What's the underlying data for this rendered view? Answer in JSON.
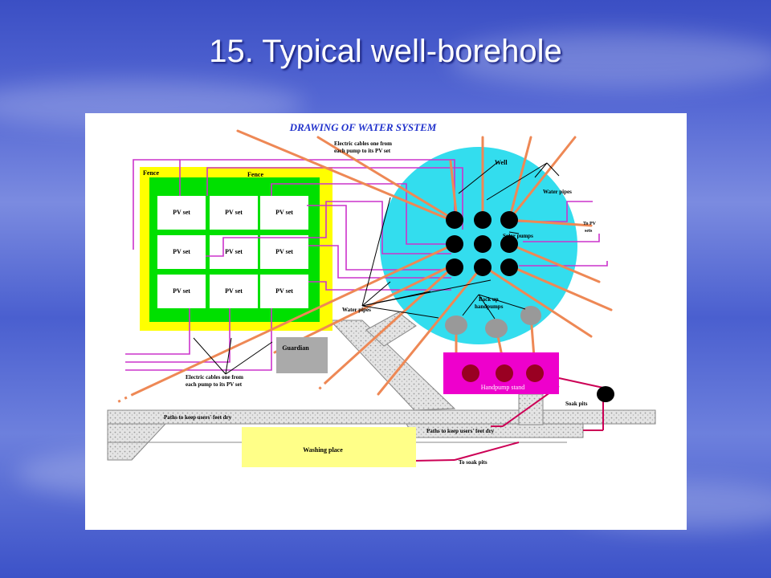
{
  "slide": {
    "title": "15. Typical well-borehole"
  },
  "diagram": {
    "heading": "DRAWING OF WATER SYSTEM",
    "fence_outer_label": "Fence",
    "fence_inner_label": "Fence",
    "pv_label": "PV set",
    "cables_top_line1": "Electric cables one from",
    "cables_top_line2": "each pump to its PV set",
    "cables_bottom_line1": "Electric cables one from",
    "cables_bottom_line2": "each pump to its PV set",
    "well_label": "Well",
    "water_pipes_right": "Water pipes",
    "water_pipes_left": "Water pipes",
    "solar_pumps_label": "Solar pumps",
    "to_pv_line1": "To PV",
    "to_pv_line2": "sets",
    "backup_line1": "Back up",
    "backup_line2": "handpumps",
    "guardian_label": "Guardian",
    "handpump_stand_label": "Handpump stand",
    "soak_pits_label": "Soak pits",
    "paths_left_label": "Paths to keep users' feet dry",
    "paths_right_label": "Paths to keep users' feet dry",
    "washing_place_label": "Washing place",
    "to_soak_pits_label": "To soak pits"
  },
  "colors": {
    "fence_yellow": "#ffff00",
    "fence_green": "#00e000",
    "well_cyan": "#33ddee",
    "cable_magenta": "#cc33cc",
    "pipe_orange": "#ee8855",
    "stand_magenta": "#ee00cc",
    "pump_black": "#000000",
    "backup_gray": "#999999",
    "handpump_red": "#990022",
    "heading_blue": "#2233cc"
  }
}
